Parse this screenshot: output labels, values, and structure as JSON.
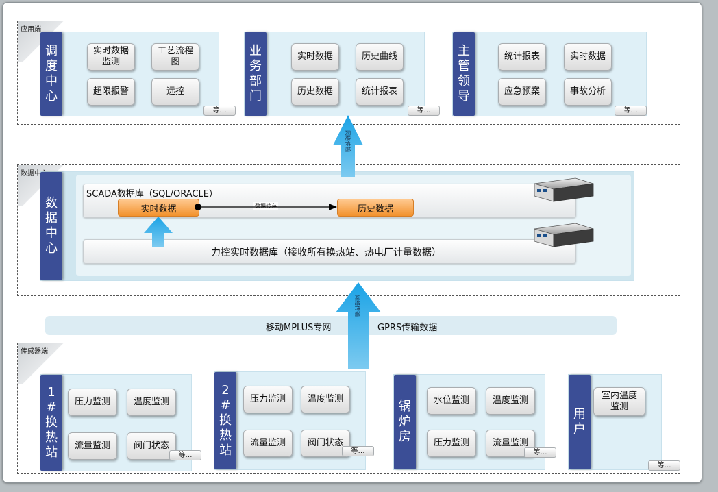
{
  "application": {
    "layer_label": "应用端",
    "groups": [
      {
        "side": [
          "调",
          "度",
          "中",
          "心"
        ],
        "items": [
          "实时数据\n监测",
          "工艺流程\n图",
          "超限报警",
          "远控"
        ],
        "etc": "等…"
      },
      {
        "side": [
          "业",
          "务",
          "部",
          "门"
        ],
        "items": [
          "实时数据",
          "历史曲线",
          "历史数据",
          "统计报表"
        ],
        "etc": "等…"
      },
      {
        "side": [
          "主",
          "管",
          "领",
          "导"
        ],
        "items": [
          "统计报表",
          "实时数据",
          "应急预案",
          "事故分析"
        ],
        "etc": "等…"
      }
    ]
  },
  "data_center": {
    "layer_label": "数据中心",
    "side": [
      "数",
      "据",
      "中",
      "心"
    ],
    "scada_title": "SCADA数据库（SQL/ORACLE）",
    "realtime": "实时数据",
    "dump_label": "数据转存",
    "history": "历史数据",
    "likong": "力控实时数据库（接收所有换热站、热电厂计量数据）"
  },
  "network": {
    "arrow_upper": "网络传输",
    "arrow_lower": "网络传输",
    "mplus": "移动MPLUS专网",
    "gprs": "GPRS传输数据"
  },
  "sensor": {
    "layer_label": "传感器端",
    "stations": [
      {
        "side": [
          "1",
          "#",
          "换",
          "热",
          "站"
        ],
        "items": [
          "压力监测",
          "温度监测",
          "流量监测",
          "阀门状态"
        ],
        "etc": "等…"
      },
      {
        "side": [
          "2",
          "#",
          "换",
          "热",
          "站"
        ],
        "items": [
          "压力监测",
          "温度监测",
          "流量监测",
          "阀门状态"
        ],
        "etc": "等…"
      },
      {
        "side": [
          "锅",
          "炉",
          "房"
        ],
        "items": [
          "水位监测",
          "温度监测",
          "压力监测",
          "流量监测"
        ],
        "etc": "等…"
      },
      {
        "side": [
          "用",
          "户"
        ],
        "items": [
          "室内温度\n监测"
        ],
        "etc": "等…"
      }
    ]
  },
  "colors": {
    "side": "#3b4e96",
    "arrow": "#1f9ad6",
    "orange": "#f2922e",
    "panel": "#dff0f7"
  }
}
